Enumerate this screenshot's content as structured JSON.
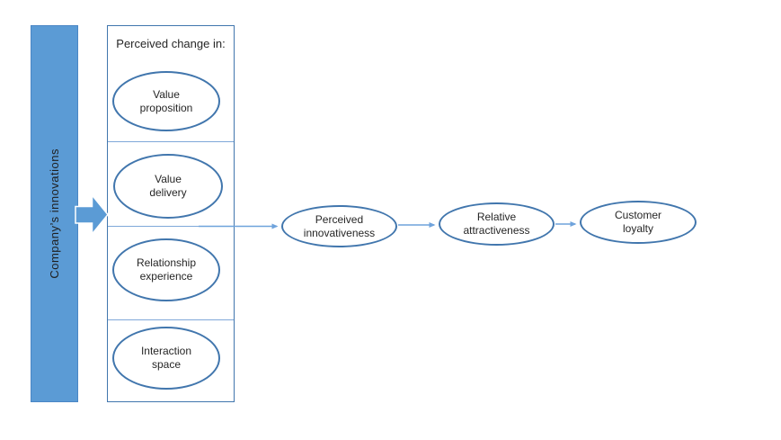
{
  "colors": {
    "bar-fill": "#5b9bd5",
    "bar-edge": "#4a86c5",
    "shape-stroke": "#4176ad",
    "divider": "#7fa8d9",
    "connector": "#6fa3dc",
    "text": "#262626",
    "canvas-bg": "#ffffff"
  },
  "diagram": {
    "source_bar": {
      "label": "Company’s innovations"
    },
    "perceived_change_box": {
      "title": "Perceived change in:",
      "items": [
        {
          "label": "Value\nproposition"
        },
        {
          "label": "Value\ndelivery"
        },
        {
          "label": "Relationship\nexperience"
        },
        {
          "label": "Interaction\nspace"
        }
      ]
    },
    "chain_nodes": [
      {
        "label": "Perceived\ninnovativeness"
      },
      {
        "label": "Relative\nattractiveness"
      },
      {
        "label": "Customer\nloyalty"
      }
    ]
  }
}
